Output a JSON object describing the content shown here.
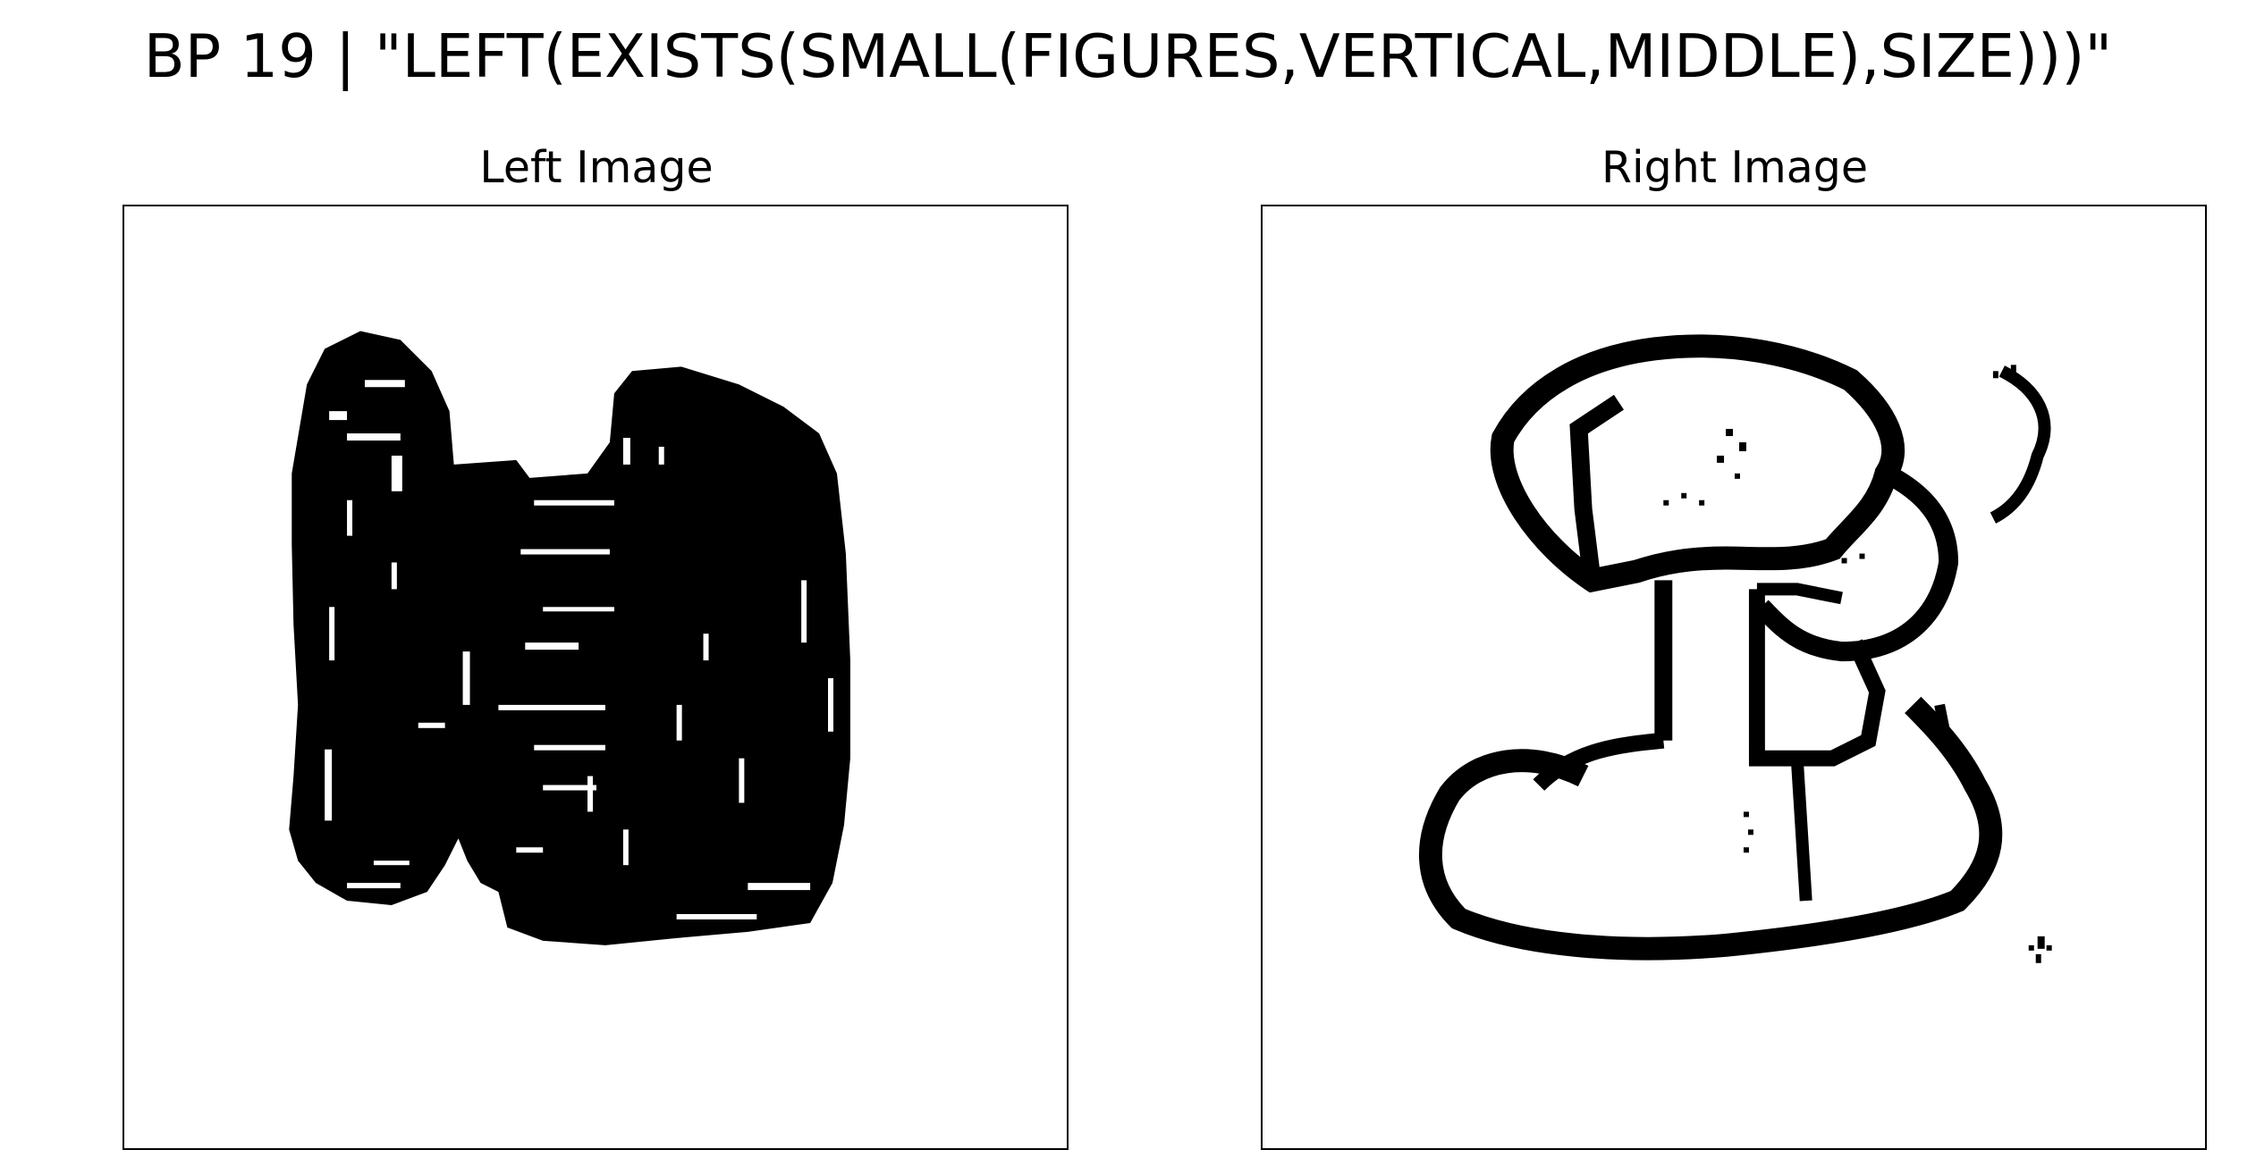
{
  "figure": {
    "title": "BP 19 | \"LEFT(EXISTS(SMALL(FIGURES,VERTICAL,MIDDLE),SIZE)))\""
  },
  "panels": [
    {
      "title": "Left Image",
      "image_description_icon": "binary-bitmap-image"
    },
    {
      "title": "Right Image",
      "image_description_icon": "binary-bitmap-image"
    }
  ],
  "colors": {
    "ink": "#000000",
    "paper": "#ffffff"
  }
}
